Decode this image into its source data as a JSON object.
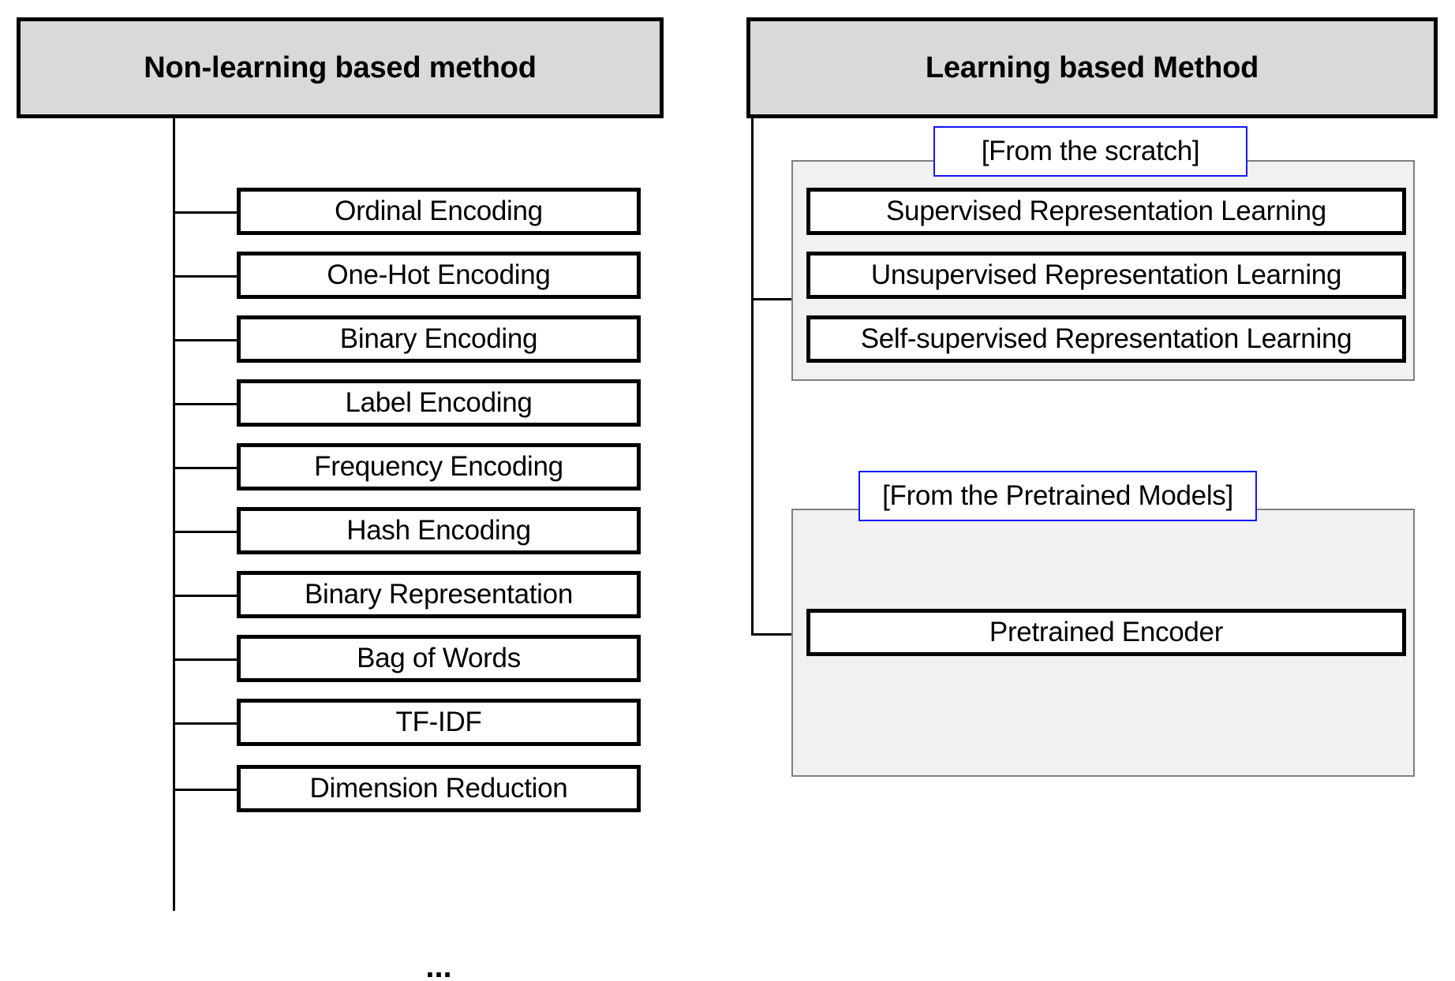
{
  "diagram": {
    "columns": [
      {
        "id": "non-learning",
        "title": "Non-learning based method",
        "items": [
          {
            "label": "Ordinal Encoding"
          },
          {
            "label": "One-Hot Encoding"
          },
          {
            "label": "Binary Encoding"
          },
          {
            "label": "Label Encoding"
          },
          {
            "label": "Frequency Encoding"
          },
          {
            "label": "Hash Encoding"
          },
          {
            "label": "Binary Representation"
          },
          {
            "label": "Bag of Words"
          },
          {
            "label": "TF-IDF"
          },
          {
            "label": "Dimension Reduction"
          }
        ],
        "more_indicator": "..."
      },
      {
        "id": "learning",
        "title": "Learning based Method",
        "groups": [
          {
            "id": "from-scratch",
            "caption": "[From the scratch]",
            "items": [
              {
                "label": "Supervised Representation Learning"
              },
              {
                "label": "Unsupervised Representation Learning"
              },
              {
                "label": "Self-supervised Representation Learning"
              }
            ]
          },
          {
            "id": "from-pretrained",
            "caption": "[From the Pretrained Models]",
            "items": [
              {
                "label": "Pretrained Encoder"
              }
            ]
          }
        ]
      }
    ],
    "colors": {
      "header_fill": "#d9d9d9",
      "header_border": "#000000",
      "leaf_fill": "#ffffff",
      "leaf_border": "#000000",
      "group_fill": "#f1f1f1",
      "group_border": "#7f7f7f",
      "caption_border": "#1414ff",
      "connector": "#000000",
      "canvas": "#ffffff"
    }
  }
}
